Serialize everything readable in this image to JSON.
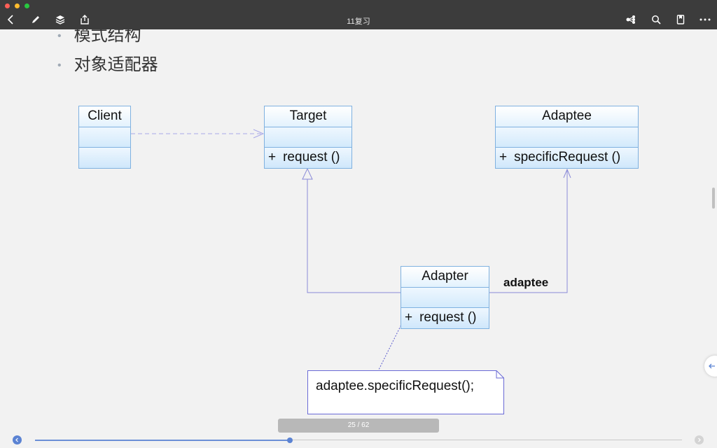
{
  "window": {
    "title": "11复习"
  },
  "toolbar": {
    "left_icons": [
      "back-icon",
      "pen-icon",
      "layers-icon",
      "share-icon"
    ],
    "right_icons": [
      "tree-icon",
      "search-icon",
      "bookmark-icon",
      "more-icon"
    ]
  },
  "slide": {
    "bullet_level1": "模式结构",
    "bullet_level2": "对象适配器",
    "diagram": {
      "client": {
        "name": "Client"
      },
      "target": {
        "name": "Target",
        "op": "request ()",
        "visibility": "+"
      },
      "adaptee": {
        "name": "Adaptee",
        "op": "specificRequest ()",
        "visibility": "+"
      },
      "adapter": {
        "name": "Adapter",
        "op": "request ()",
        "visibility": "+"
      },
      "association_label": "adaptee",
      "note_text": "adaptee.specificRequest();"
    }
  },
  "footer": {
    "page_indicator": "25 / 62",
    "current_page": 25,
    "total_pages": 62,
    "progress_fraction": 0.403
  },
  "colors": {
    "titlebar": "#3c3c3c",
    "uml_border": "#7fb1e0",
    "connector": "#8a8ad8",
    "progress": "#5b83d3"
  }
}
